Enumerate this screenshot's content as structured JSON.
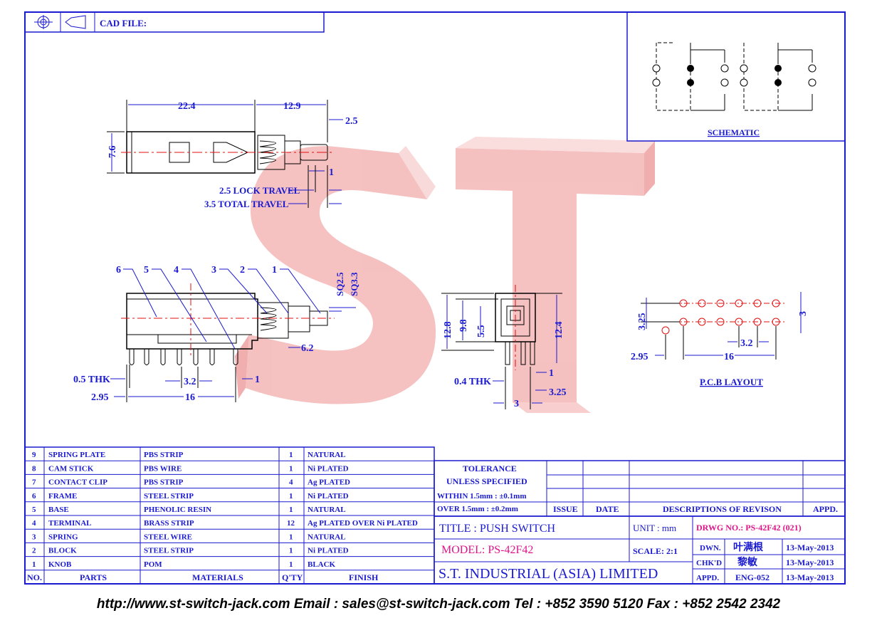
{
  "header": {
    "cad_file_label": "CAD FILE:"
  },
  "dimensions": {
    "top_view": {
      "d_22_4": "22.4",
      "d_12_9": "12.9",
      "d_2_5": "2.5",
      "d_7_6": "7.6",
      "d_1": "1",
      "lock_travel": "2.5 LOCK TRAVEL",
      "total_travel": "3.5 TOTAL TRAVEL"
    },
    "side_view": {
      "callouts": [
        "6",
        "5",
        "4",
        "3",
        "2",
        "1"
      ],
      "sq25": "SQ2.5",
      "sq33": "SQ3.3",
      "d_6_2": "6.2",
      "thk": "0.5 THK",
      "d_3_2": "3.2",
      "d_16": "16",
      "d_2_95": "2.95",
      "d_1": "1"
    },
    "end_view": {
      "d_12_8": "12.8",
      "d_9_8": "9.8",
      "d_5_5": "5.5",
      "d_12_4": "12.4",
      "thk": "0.4 THK",
      "d_1": "1",
      "d_3_25": "3.25",
      "d_3": "3"
    },
    "pcb": {
      "d_3_25": "3.25",
      "d_3": "3",
      "d_3_2": "3.2",
      "d_16": "16",
      "d_2_95": "2.95",
      "label": "P.C.B LAYOUT"
    }
  },
  "schematic": {
    "label": "SCHEMATIC"
  },
  "watermark": "ST",
  "parts_table": {
    "headers": {
      "no": "NO.",
      "parts": "PARTS",
      "materials": "MATERIALS",
      "qty": "Q'TY",
      "finish": "FINISH"
    },
    "rows": [
      {
        "no": "9",
        "part": "SPRING PLATE",
        "material": "PBS STRIP",
        "qty": "1",
        "finish": "NATURAL"
      },
      {
        "no": "8",
        "part": "CAM STICK",
        "material": "PBS WIRE",
        "qty": "1",
        "finish": "Ni PLATED"
      },
      {
        "no": "7",
        "part": "CONTACT CLIP",
        "material": "PBS STRIP",
        "qty": "4",
        "finish": "Ag PLATED"
      },
      {
        "no": "6",
        "part": "FRAME",
        "material": "STEEL STRIP",
        "qty": "1",
        "finish": "Ni PLATED"
      },
      {
        "no": "5",
        "part": "BASE",
        "material": "PHENOLIC RESIN",
        "qty": "1",
        "finish": "NATURAL"
      },
      {
        "no": "4",
        "part": "TERMINAL",
        "material": "BRASS STRIP",
        "qty": "12",
        "finish": "Ag PLATED OVER Ni PLATED"
      },
      {
        "no": "3",
        "part": "SPRING",
        "material": "STEEL WIRE",
        "qty": "1",
        "finish": "NATURAL"
      },
      {
        "no": "2",
        "part": "BLOCK",
        "material": "STEEL STRIP",
        "qty": "1",
        "finish": "Ni PLATED"
      },
      {
        "no": "1",
        "part": "KNOB",
        "material": "POM",
        "qty": "1",
        "finish": "BLACK"
      }
    ]
  },
  "tolerance": {
    "title": "TOLERANCE",
    "subtitle": "UNLESS  SPECIFIED",
    "within": "WITHIN  1.5mm : ±0.1mm",
    "over": "OVER    1.5mm : ±0.2mm"
  },
  "revision": {
    "issue": "ISSUE",
    "date": "DATE",
    "descriptions": "DESCRIPTIONS  OF  REVISON",
    "appd": "APPD."
  },
  "title_block": {
    "title": "TITLE : PUSH SWITCH",
    "unit": "UNIT :   mm",
    "drwg_no": "DRWG  NO.: PS-42F42 (021)",
    "model": "MODEL: PS-42F42",
    "scale": "SCALE:   2:1",
    "company": "S.T.  INDUSTRIAL  (ASIA)  LIMITED",
    "dwn_label": "DWN.",
    "dwn_name": "叶满根",
    "dwn_date": "13-May-2013",
    "chkd_label": "CHK'D",
    "chkd_name": "黎敏",
    "chkd_date": "13-May-2013",
    "appd_label": "APPD.",
    "appd_name": "ENG-052",
    "appd_date": "13-May-2013"
  },
  "footer": "http://www.st-switch-jack.com  Email : sales@st-switch-jack.com  Tel : +852 3590 5120  Fax : +852 2542 2342",
  "colors": {
    "ink": "#1a1ad0",
    "accent": "#e0158a",
    "watermark": "#f2a8a8"
  }
}
